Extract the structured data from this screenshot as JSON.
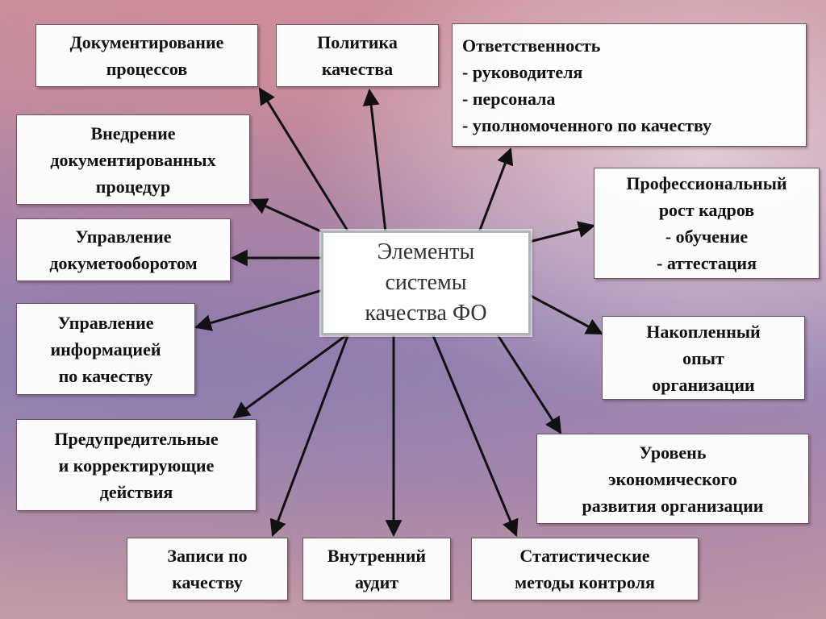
{
  "colors": {
    "arrow": "#111111",
    "box_border": "#6e5560",
    "center_border": "#a9b7b9"
  },
  "center": {
    "lines": [
      "Элементы",
      "системы",
      "качества ФО"
    ]
  },
  "nodes": {
    "doc_processes": {
      "lines": [
        "Документирование",
        "процессов"
      ]
    },
    "quality_policy": {
      "lines": [
        "Политика",
        "качества"
      ]
    },
    "responsibility": {
      "lines": [
        "Ответственность",
        "- руководителя",
        "- персонала",
        "- уполномоченного по качеству"
      ]
    },
    "implementation": {
      "lines": [
        "Внедрение",
        "документированных",
        "процедур"
      ]
    },
    "doc_flow": {
      "lines": [
        "Управление",
        "докуметооборотом"
      ]
    },
    "info_management": {
      "lines": [
        "Управление",
        "информацией",
        "по качеству"
      ]
    },
    "preventive": {
      "lines": [
        "Предупредительные",
        "и корректирующие",
        "действия"
      ]
    },
    "records": {
      "lines": [
        "Записи по",
        "качеству"
      ]
    },
    "internal_audit": {
      "lines": [
        "Внутренний",
        "аудит"
      ]
    },
    "statistical": {
      "lines": [
        "Статистические",
        "методы контроля"
      ]
    },
    "professional": {
      "lines": [
        "Профессиональный",
        "рост кадров",
        "- обучение",
        "- аттестация"
      ]
    },
    "experience": {
      "lines": [
        "Накопленный",
        "опыт",
        "организации"
      ]
    },
    "economic": {
      "lines": [
        "Уровень",
        "экономического",
        "развития организации"
      ]
    }
  }
}
